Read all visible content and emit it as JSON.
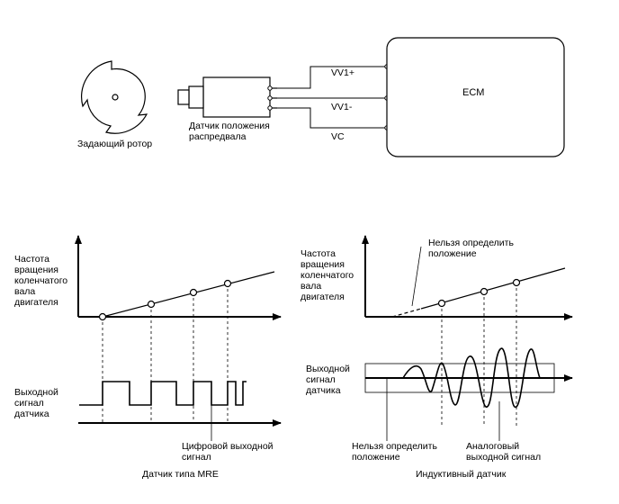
{
  "top": {
    "rotor_label": "Задающий ротор",
    "sensor_label": "Датчик положения\nраспредвала",
    "ecm_label": "ECM",
    "wires": [
      "VV1+",
      "VV1-",
      "VC"
    ]
  },
  "left_chart": {
    "y_label_top": "Частота\nвращения\nколенчатого\nвала\nдвигателя",
    "y_label_bottom": "Выходной\nсигнал\nдатчика",
    "annotation": "Цифровой выходной\nсигнал",
    "caption": "Датчик типа MRE"
  },
  "right_chart": {
    "y_label_top": "Частота\nвращения\nколенчатого\nвала\nдвигателя",
    "y_label_bottom": "Выходной\nсигнал\nдатчика",
    "annotation_top": "Нельзя определить\nположение",
    "annotation_bottom_left": "Нельзя определить\nположение",
    "annotation_bottom_right": "Аналоговый\nвыходной сигнал",
    "caption": "Индуктивный датчик"
  },
  "colors": {
    "line": "#000000",
    "background": "#ffffff"
  }
}
